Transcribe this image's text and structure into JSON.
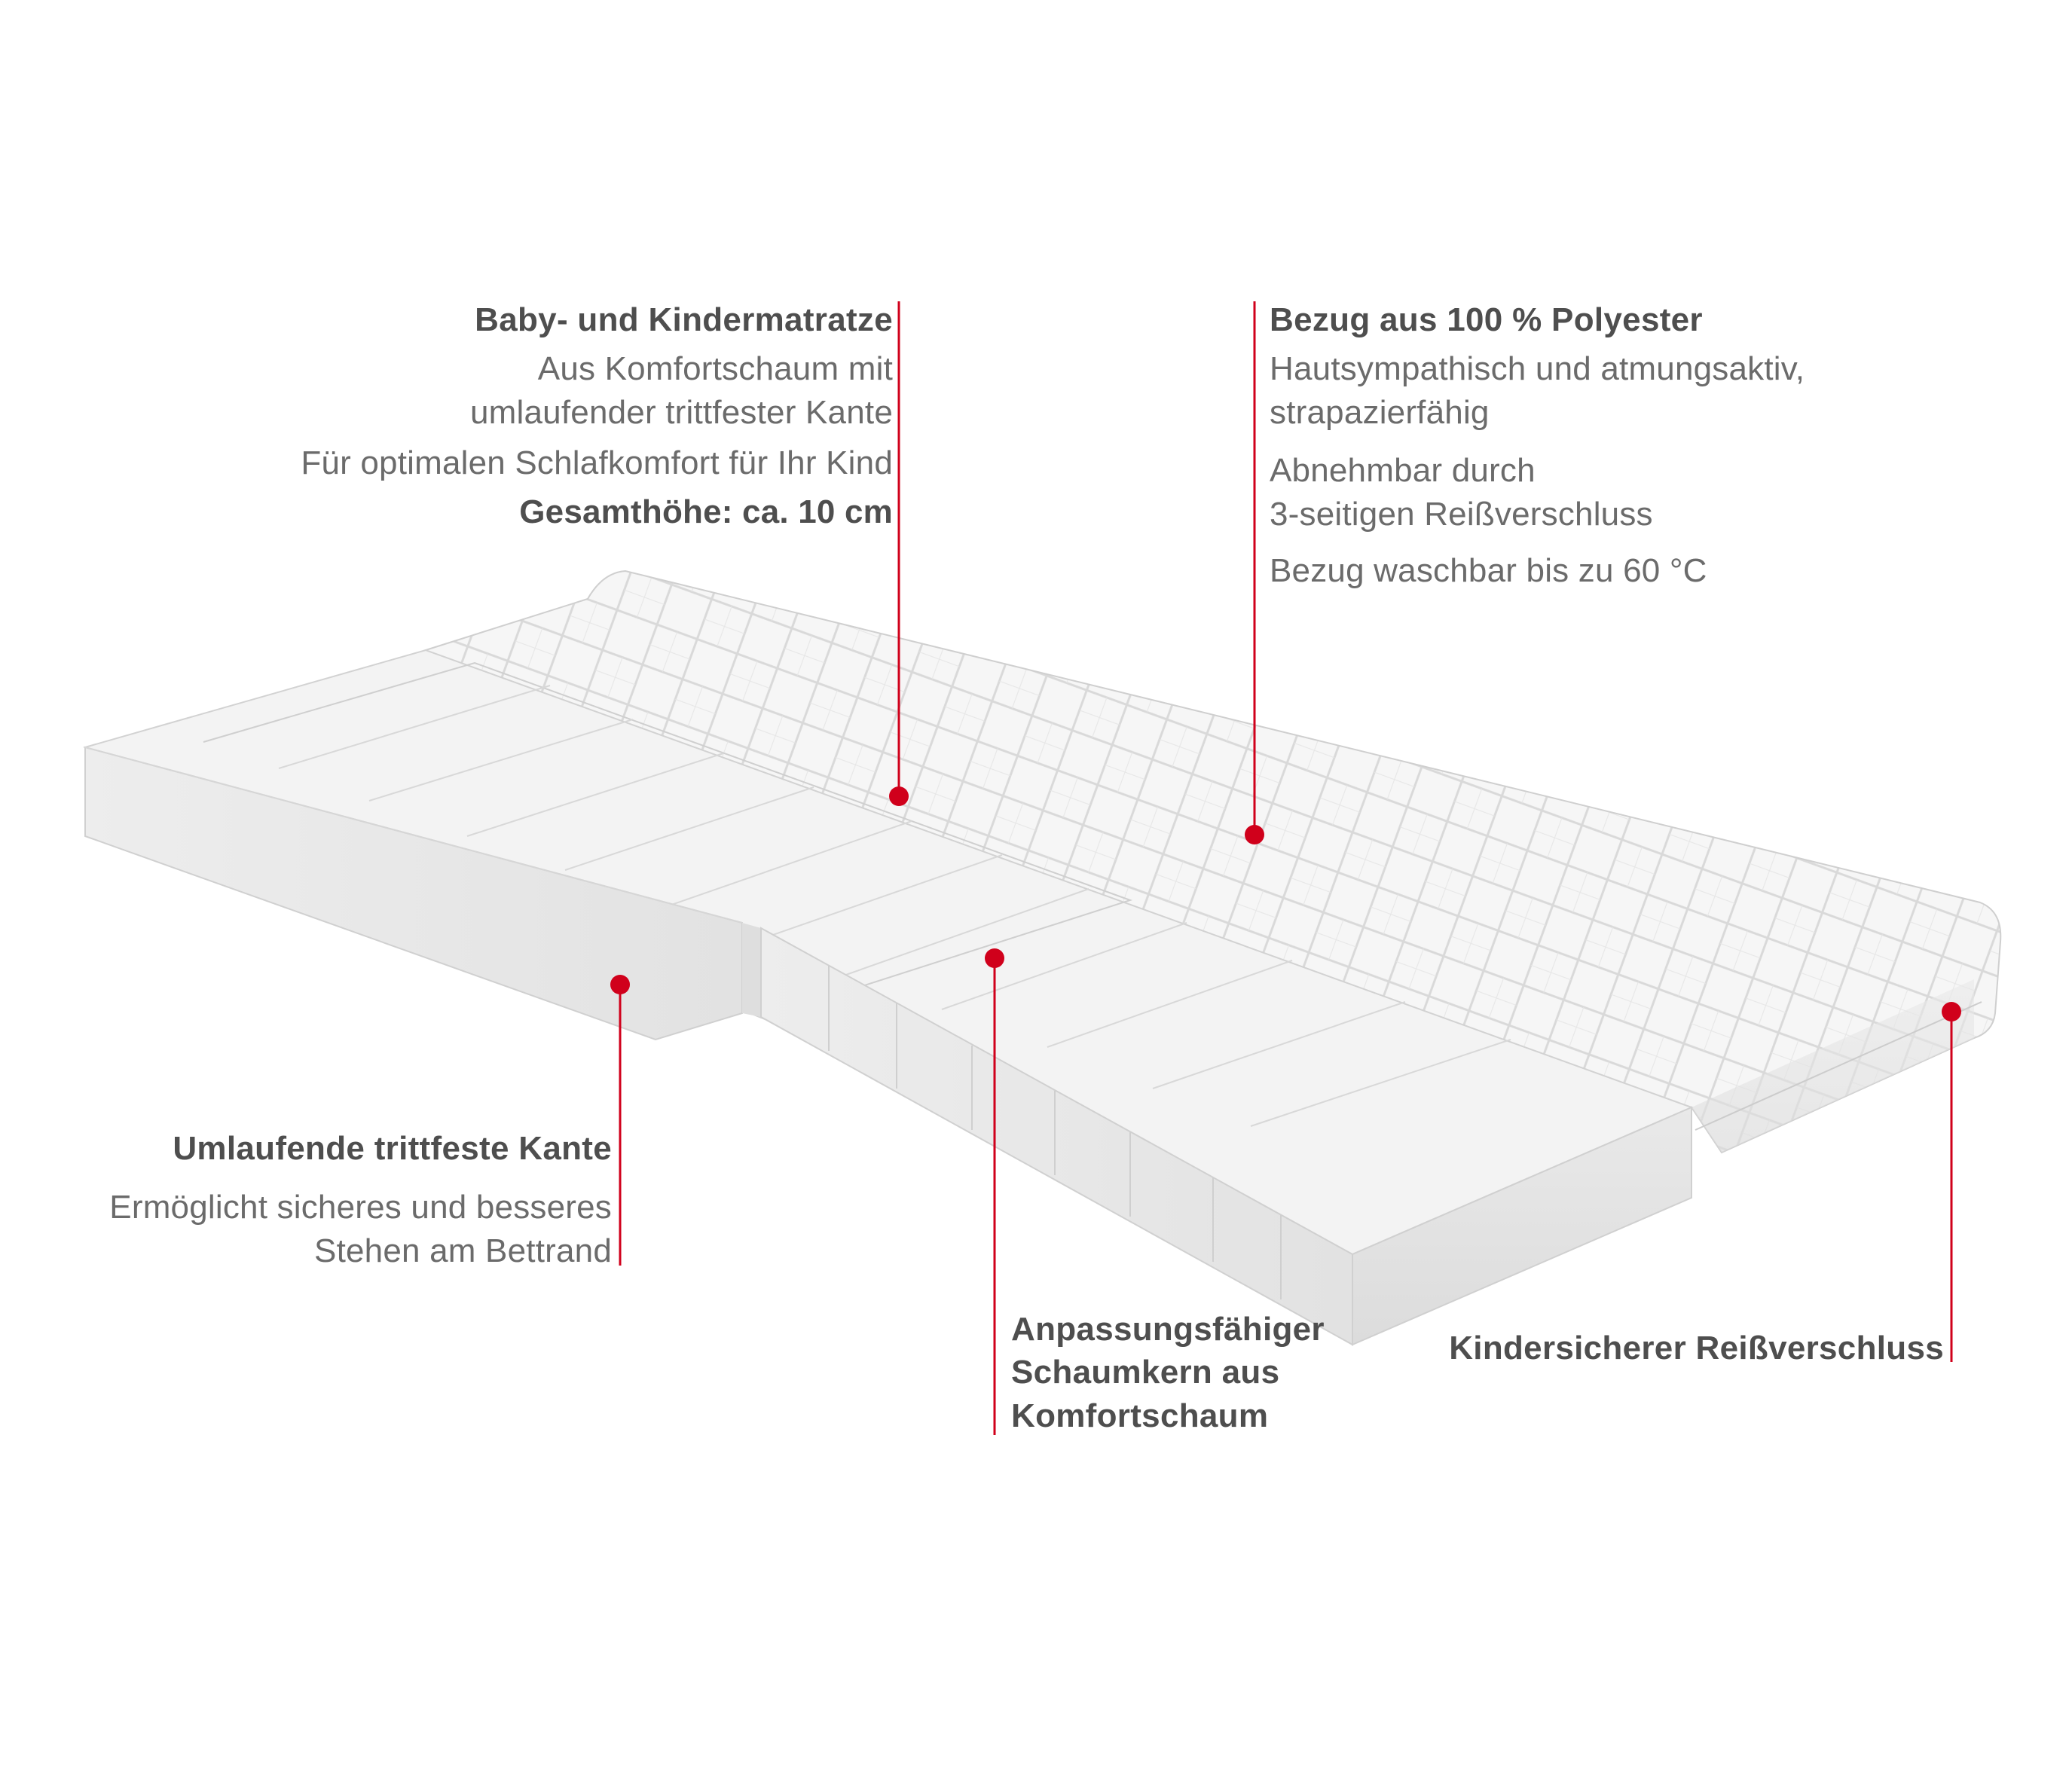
{
  "colors": {
    "accent": "#d0001b",
    "foam": "#f1f1f1",
    "text": "#5a5a5a"
  },
  "callouts": {
    "top_left": {
      "title": "Baby- und Kindermatratze",
      "line1": "Aus Komfortschaum mit",
      "line2": "umlaufender trittfester Kante",
      "line3": "Für optimalen Schlafkomfort für Ihr Kind",
      "line4": "Gesamthöhe: ca. 10 cm"
    },
    "top_right": {
      "title": "Bezug aus 100 % Polyester",
      "line1": "Hautsympathisch und atmungsaktiv,",
      "line2": "strapazierfähig",
      "line3": "Abnehmbar durch",
      "line4": "3-seitigen Reißverschluss",
      "line5": "Bezug waschbar bis zu 60 °C"
    },
    "bottom_left": {
      "title": "Umlaufende trittfeste Kante",
      "line1": "Ermöglicht sicheres und besseres",
      "line2": "Stehen am Bettrand"
    },
    "bottom_center": {
      "line1": "Anpassungsfähiger",
      "line2": "Schaumkern aus",
      "line3": "Komfortschaum"
    },
    "bottom_right": {
      "title": "Kindersicherer Reißverschluss"
    }
  }
}
